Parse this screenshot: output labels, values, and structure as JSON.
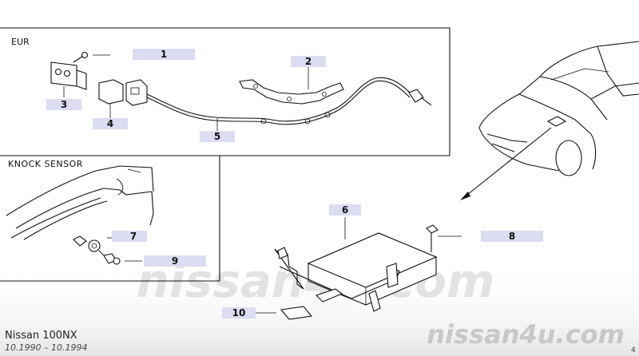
{
  "sections": {
    "eur": "EUR",
    "knock": "KNOCK SENSOR"
  },
  "callouts": [
    "1",
    "2",
    "3",
    "4",
    "5",
    "6",
    "7",
    "8",
    "9",
    "10"
  ],
  "footer": {
    "model": "Nissan 100NX",
    "years": "10.1990 – 10.1994",
    "brand": "nissan4u.com",
    "center_watermark": "nissan4u.com",
    "corner_mark": "4"
  },
  "colors": {
    "callout_fill": "#dcdcf2",
    "line": "#111111",
    "watermark": "#d4d4d4",
    "footer_band": "#ececec"
  }
}
